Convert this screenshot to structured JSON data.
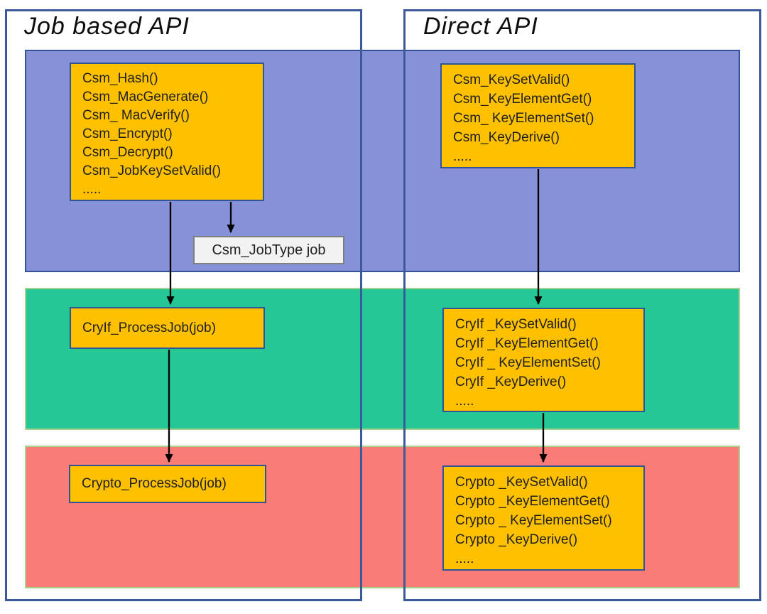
{
  "panels": {
    "job_based": {
      "title": "Job based API"
    },
    "direct": {
      "title": "Direct API"
    }
  },
  "layers": {
    "csm_band_color": "#8691D8",
    "cryif_band_color": "#24C795",
    "crypto_band_color": "#F97C78",
    "band_light_border": "#A9D18E",
    "band_blue_border": "#31539B"
  },
  "colors": {
    "api_box_fill": "#FFC000",
    "api_box_border": "#2F5597",
    "panel_border": "#3C5A99",
    "jobtype_fill": "#F2F2F2",
    "jobtype_border": "#7F7F7F",
    "arrow": "#000000"
  },
  "boxes": {
    "csm_job": {
      "lines": [
        "Csm_Hash()",
        "Csm_MacGenerate()",
        "Csm_ MacVerify()",
        "Csm_Encrypt()",
        "Csm_Decrypt()",
        "Csm_JobKeySetValid()",
        "....."
      ]
    },
    "csm_key": {
      "lines": [
        "Csm_KeySetValid()",
        "Csm_KeyElementGet()",
        "Csm_ KeyElementSet()",
        "Csm_KeyDerive()",
        "....."
      ]
    },
    "job_type": {
      "label": "Csm_JobType job"
    },
    "cryif_job": {
      "label": "CryIf_ProcessJob(job)"
    },
    "cryif_key": {
      "lines": [
        "CryIf _KeySetValid()",
        "CryIf _KeyElementGet()",
        "CryIf _ KeyElementSet()",
        "CryIf _KeyDerive()",
        "....."
      ]
    },
    "crypto_job": {
      "label": "Crypto_ProcessJob(job)"
    },
    "crypto_key": {
      "lines": [
        "Crypto _KeySetValid()",
        "Crypto _KeyElementGet()",
        "Crypto _ KeyElementSet()",
        "Crypto _KeyDerive()",
        "....."
      ]
    }
  }
}
